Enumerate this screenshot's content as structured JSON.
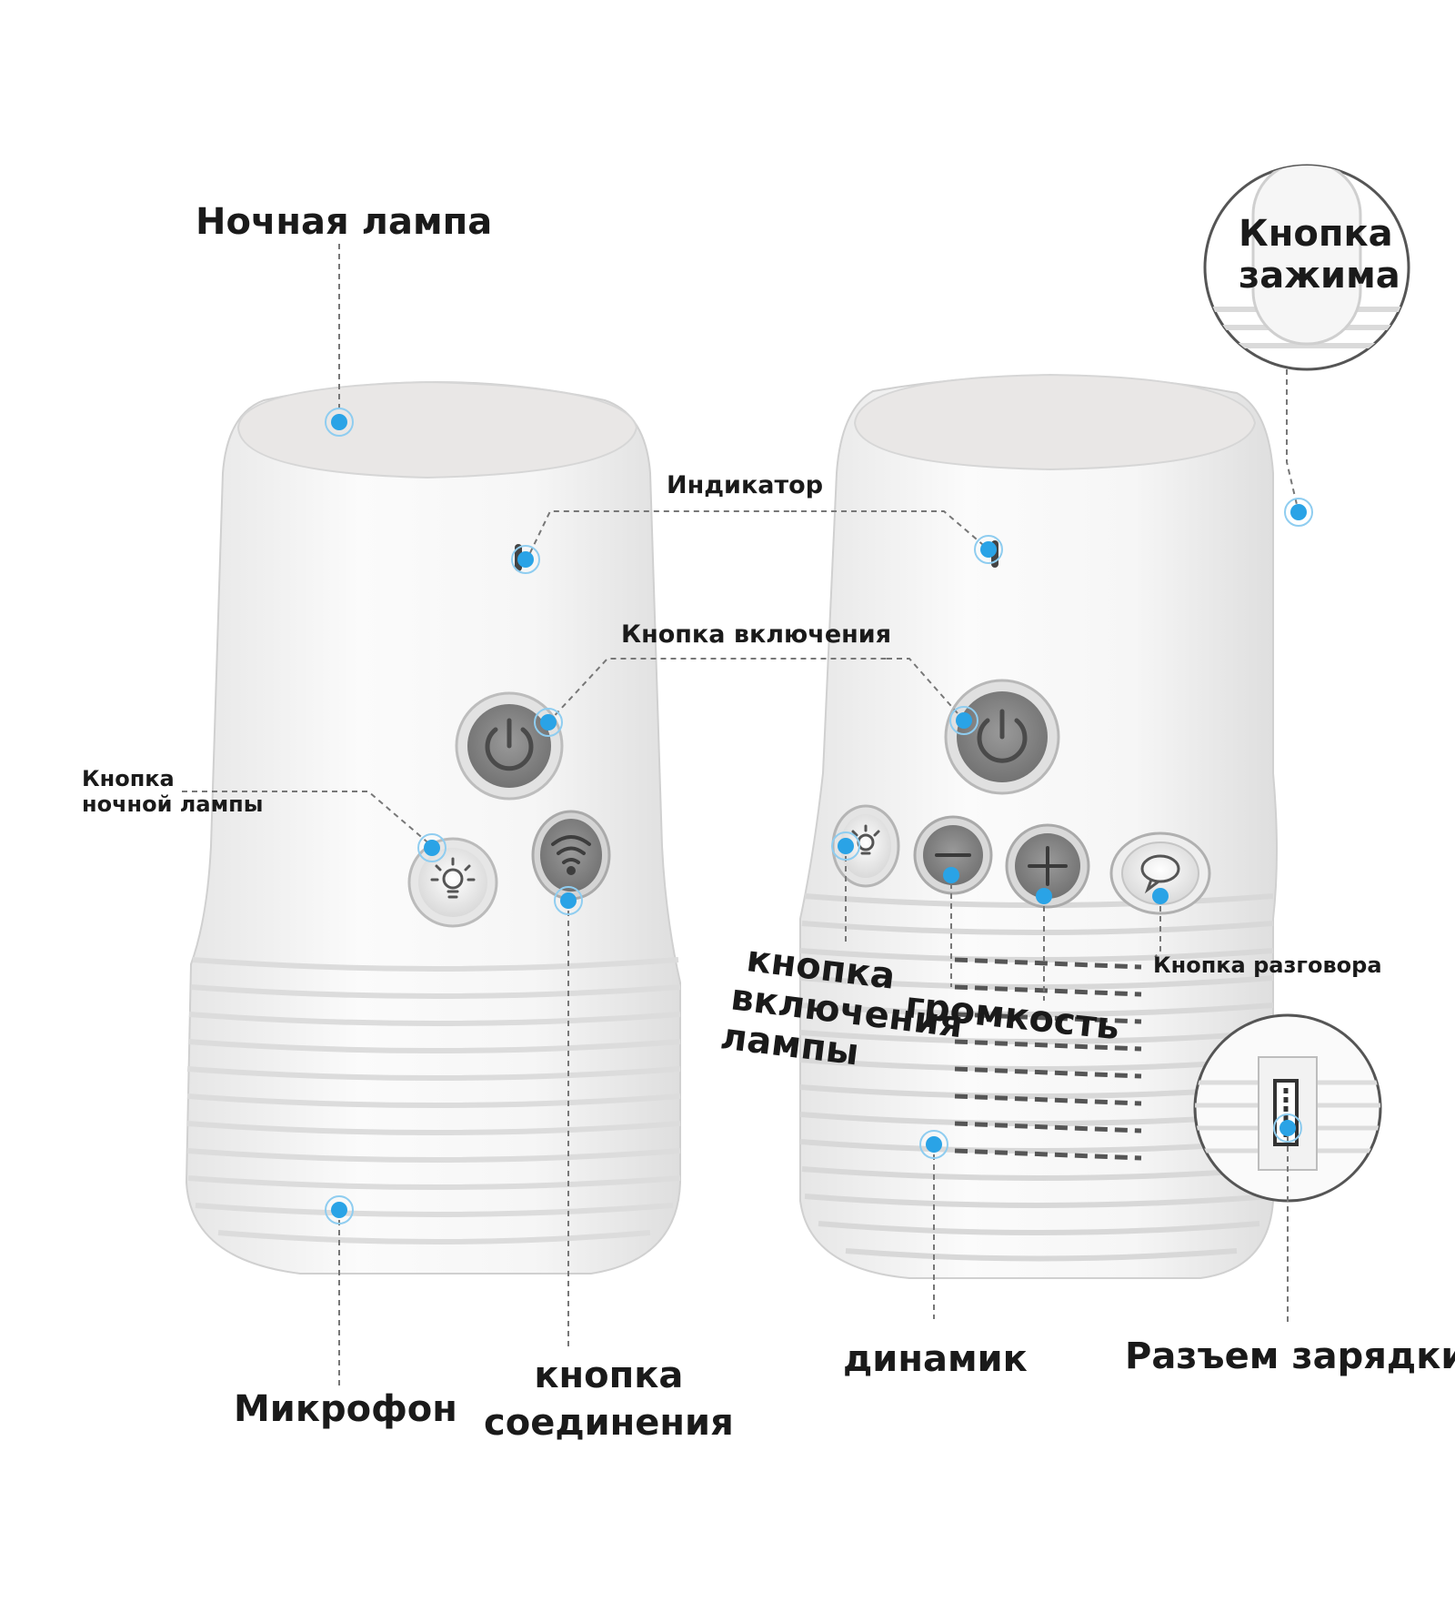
{
  "colors": {
    "accent": "#2aa3e6",
    "device_body": "#f4f4f4",
    "button_gray": "#8d8d8d",
    "leader_line": "#777777",
    "text": "#1a1a1a"
  },
  "labels": {
    "night_lamp": "Ночная лампа",
    "clip_button": [
      "Кнопка",
      "зажима"
    ],
    "indicator": "Индикатор",
    "power_button": "Кнопка включения",
    "night_lamp_button": [
      "Кнопка",
      "ночной лампы"
    ],
    "lamp_on_button": [
      "кнопка",
      "включения",
      "лампы"
    ],
    "volume": "громкость",
    "talk_button": "Кнопка разговора",
    "microphone": "Микрофон",
    "pairing_button": [
      "кнопка",
      "соединения"
    ],
    "speaker": "динамик",
    "charging_port": "Разъем зарядки"
  },
  "icons": [
    "power-icon",
    "light-bulb-icon",
    "wifi-pair-icon",
    "minus-icon",
    "plus-icon",
    "talk-icon",
    "clip-icon",
    "charging-port-icon"
  ]
}
